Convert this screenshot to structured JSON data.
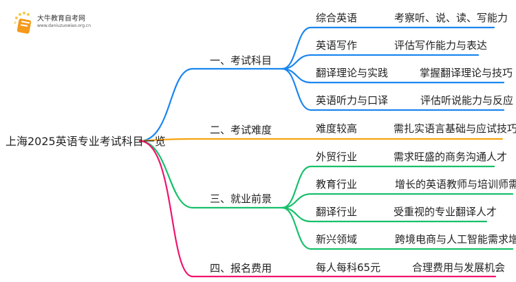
{
  "logo": {
    "title": "大牛教育自考网",
    "url": "www.daniuzuowiao.org.cn",
    "icon": "book-icon"
  },
  "root": {
    "label": "上海2025英语专业考试科目一览"
  },
  "colors": {
    "branch1": "#1a86f0",
    "branch2": "#f5a30f",
    "branch3": "#16c06a",
    "branch4": "#f0146e",
    "text": "#222222"
  },
  "branches": [
    {
      "label": "一、考试科目",
      "children": [
        {
          "label": "综合英语",
          "detail": "考察听、说、读、写能力"
        },
        {
          "label": "英语写作",
          "detail": "评估写作能力与表达"
        },
        {
          "label": "翻译理论与实践",
          "detail": "掌握翻译理论与技巧"
        },
        {
          "label": "英语听力与口译",
          "detail": "评估听说能力与反应"
        }
      ]
    },
    {
      "label": "二、考试难度",
      "children": [
        {
          "label": "难度较高",
          "detail": "需扎实语言基础与应试技巧"
        }
      ]
    },
    {
      "label": "三、就业前景",
      "children": [
        {
          "label": "外贸行业",
          "detail": "需求旺盛的商务沟通人才"
        },
        {
          "label": "教育行业",
          "detail": "增长的英语教师与培训师需求"
        },
        {
          "label": "翻译行业",
          "detail": "受重视的专业翻译人才"
        },
        {
          "label": "新兴领域",
          "detail": "跨境电商与人工智能需求增加"
        }
      ]
    },
    {
      "label": "四、报名费用",
      "children": [
        {
          "label": "每人每科65元",
          "detail": "合理费用与发展机会"
        }
      ]
    }
  ]
}
